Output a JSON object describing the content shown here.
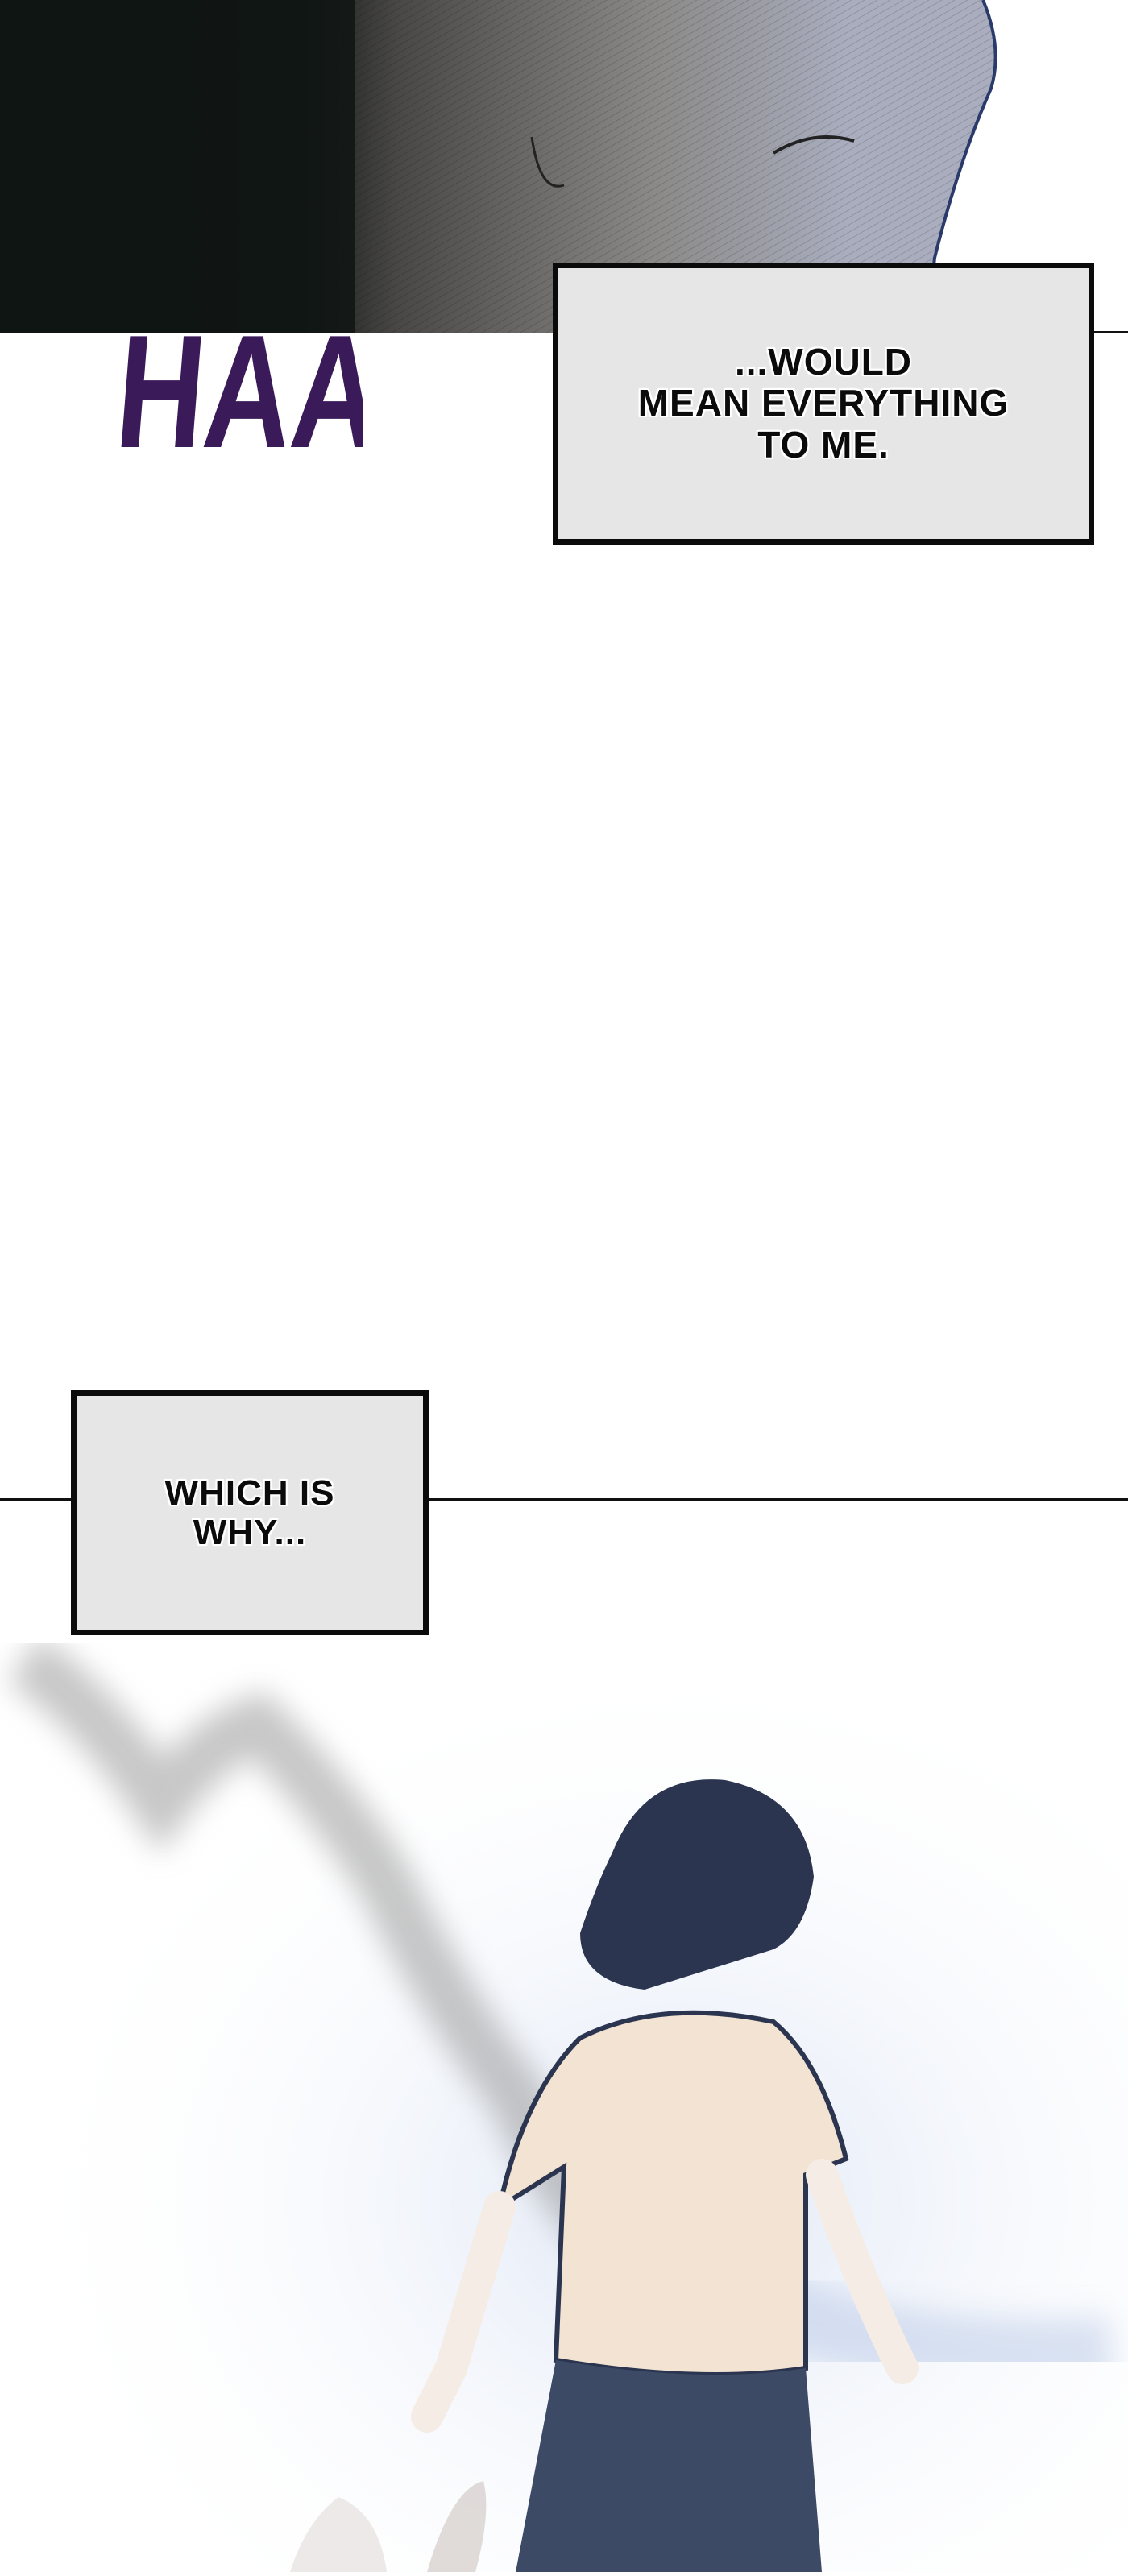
{
  "sfx": {
    "text": "HAA",
    "color": "#3b1a5a"
  },
  "captions": [
    {
      "text": "...WOULD\nMEAN EVERYTHING\nTO ME."
    },
    {
      "text": "WHICH IS\nWHY..."
    }
  ],
  "colors": {
    "caption_bg": "#e6e6e6",
    "border": "#0b0b0b",
    "shirt": "#f3e3d3",
    "hair": "#2b3550"
  }
}
